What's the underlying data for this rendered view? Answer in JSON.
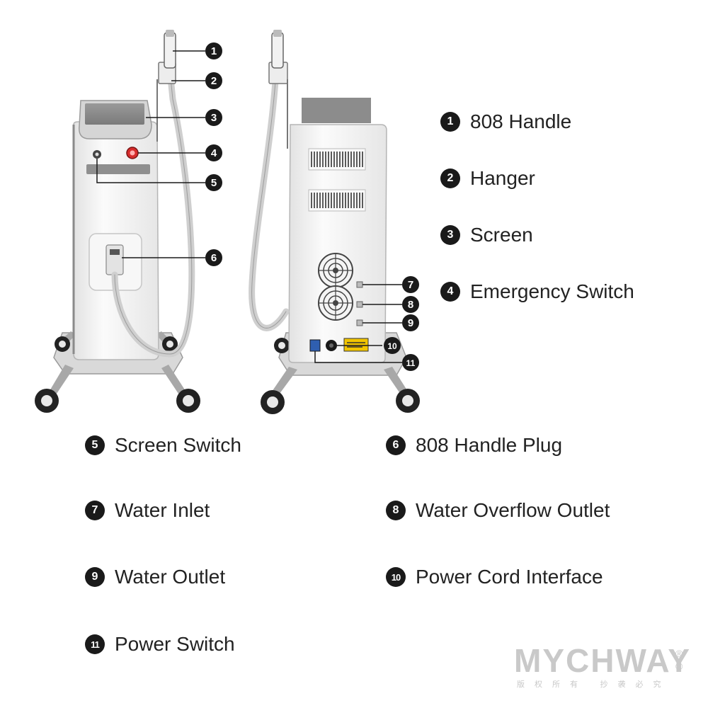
{
  "callouts": [
    {
      "num": "1",
      "label": "808 Handle"
    },
    {
      "num": "2",
      "label": "Hanger"
    },
    {
      "num": "3",
      "label": "Screen"
    },
    {
      "num": "4",
      "label": "Emergency Switch"
    },
    {
      "num": "5",
      "label": "Screen Switch"
    },
    {
      "num": "6",
      "label": "808 Handle Plug"
    },
    {
      "num": "7",
      "label": "Water Inlet"
    },
    {
      "num": "8",
      "label": "Water Overflow Outlet"
    },
    {
      "num": "9",
      "label": "Water Outlet"
    },
    {
      "num": "10",
      "label": "Power Cord Interface"
    },
    {
      "num": "11",
      "label": "Power Switch"
    }
  ],
  "logo": {
    "word": "MYCHWAY",
    "sub": "版权所有 抄袭必究",
    "mark_r": "®",
    "mark_c": "©"
  },
  "colors": {
    "badge": "#1a1a1a",
    "machine_body": "#f4f4f4",
    "machine_trim": "#8a8a8a",
    "emergency_red": "#d62c2c",
    "warning_yellow": "#f2c500"
  }
}
